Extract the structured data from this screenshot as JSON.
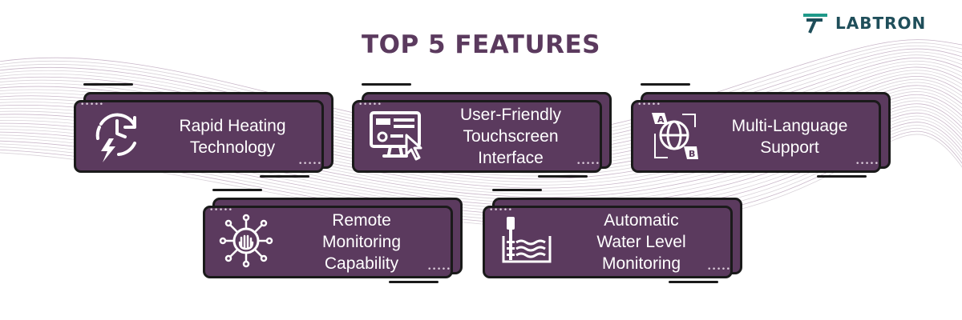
{
  "brand": {
    "name": "LABTRON",
    "logo_icon": "labtron-logo-icon"
  },
  "title": "TOP 5 FEATURES",
  "colors": {
    "accent": "#5b3a5e",
    "outline": "#1a1a1a",
    "brand": "#1f4e5a",
    "card_text": "#ffffff"
  },
  "features": [
    {
      "label": "Rapid Heating\nTechnology",
      "icon": "rapid-heating-icon"
    },
    {
      "label": "User-Friendly\nTouchscreen\nInterface",
      "icon": "touchscreen-icon"
    },
    {
      "label": "Multi-Language\nSupport",
      "icon": "multi-language-icon"
    },
    {
      "label": "Remote\nMonitoring\nCapability",
      "icon": "remote-monitoring-icon"
    },
    {
      "label": "Automatic\nWater Level\nMonitoring",
      "icon": "water-level-icon"
    }
  ]
}
